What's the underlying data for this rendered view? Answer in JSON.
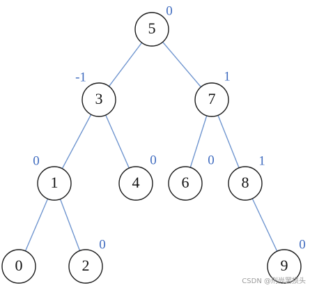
{
  "colors": {
    "edge": "#6f95cf",
    "balance": "#3f6bbf",
    "node_stroke": "#1a1a1a"
  },
  "tree": {
    "nodes": [
      {
        "id": "n5",
        "label": "5",
        "balance": "0"
      },
      {
        "id": "n3",
        "label": "3",
        "balance": "-1"
      },
      {
        "id": "n7",
        "label": "7",
        "balance": "1"
      },
      {
        "id": "n1",
        "label": "1",
        "balance": "0"
      },
      {
        "id": "n4",
        "label": "4",
        "balance": "0"
      },
      {
        "id": "n6",
        "label": "6",
        "balance": "0"
      },
      {
        "id": "n8",
        "label": "8",
        "balance": "1"
      },
      {
        "id": "n0",
        "label": "0",
        "balance": ""
      },
      {
        "id": "n2",
        "label": "2",
        "balance": "0"
      },
      {
        "id": "n9",
        "label": "9",
        "balance": "0"
      }
    ],
    "edges": [
      [
        "n5",
        "n3"
      ],
      [
        "n5",
        "n7"
      ],
      [
        "n3",
        "n1"
      ],
      [
        "n3",
        "n4"
      ],
      [
        "n7",
        "n6"
      ],
      [
        "n7",
        "n8"
      ],
      [
        "n1",
        "n0"
      ],
      [
        "n1",
        "n2"
      ],
      [
        "n8",
        "n9"
      ]
    ]
  },
  "watermark": "CSDN @刑尚罢损头"
}
